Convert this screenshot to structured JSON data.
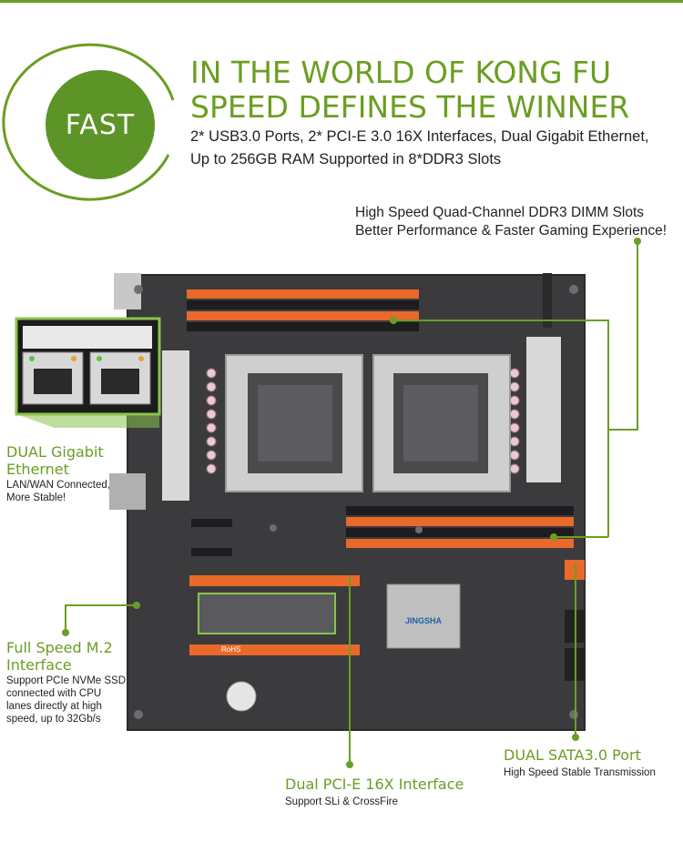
{
  "badge": {
    "label": "FAST"
  },
  "headline": {
    "line1": "IN THE WORLD OF KONG FU",
    "line2": "SPEED DEFINES THE WINNER"
  },
  "subtitle": {
    "line1": "2* USB3.0 Ports, 2* PCI-E 3.0 16X Interfaces, Dual Gigabit Ethernet,",
    "line2": "Up to 256GB RAM Supported in 8*DDR3 Slots"
  },
  "callouts": {
    "dimm": {
      "line1": "High Speed Quad-Channel DDR3 DIMM Slots",
      "line2": "Better Performance & Faster Gaming Experience!"
    },
    "ethernet": {
      "title1": "DUAL Gigabit",
      "title2": "Ethernet",
      "desc1": "LAN/WAN Connected,",
      "desc2": "More Stable!"
    },
    "m2": {
      "title1": "Full Speed M.2",
      "title2": "Interface",
      "desc1": "Support PCIe NVMe SSD",
      "desc2": "connected with CPU",
      "desc3": "lanes directly at high",
      "desc4": "speed, up to 32Gb/s"
    },
    "pcie": {
      "title": "Dual PCI-E 16X Interface",
      "desc": "Support SLi & CrossFire"
    },
    "sata": {
      "title": "DUAL SATA3.0 Port",
      "desc": "High Speed Stable Transmission"
    }
  },
  "board": {
    "chipset_label": "JINGSHA",
    "chipset_logo": "JINGSHA-logo",
    "rohs_label": "RoHS"
  },
  "colors": {
    "accent_green": "#6b9e22",
    "badge_green": "#5d9427",
    "pcb": "#3a3a3c",
    "dimm_orange": "#e8692a"
  }
}
